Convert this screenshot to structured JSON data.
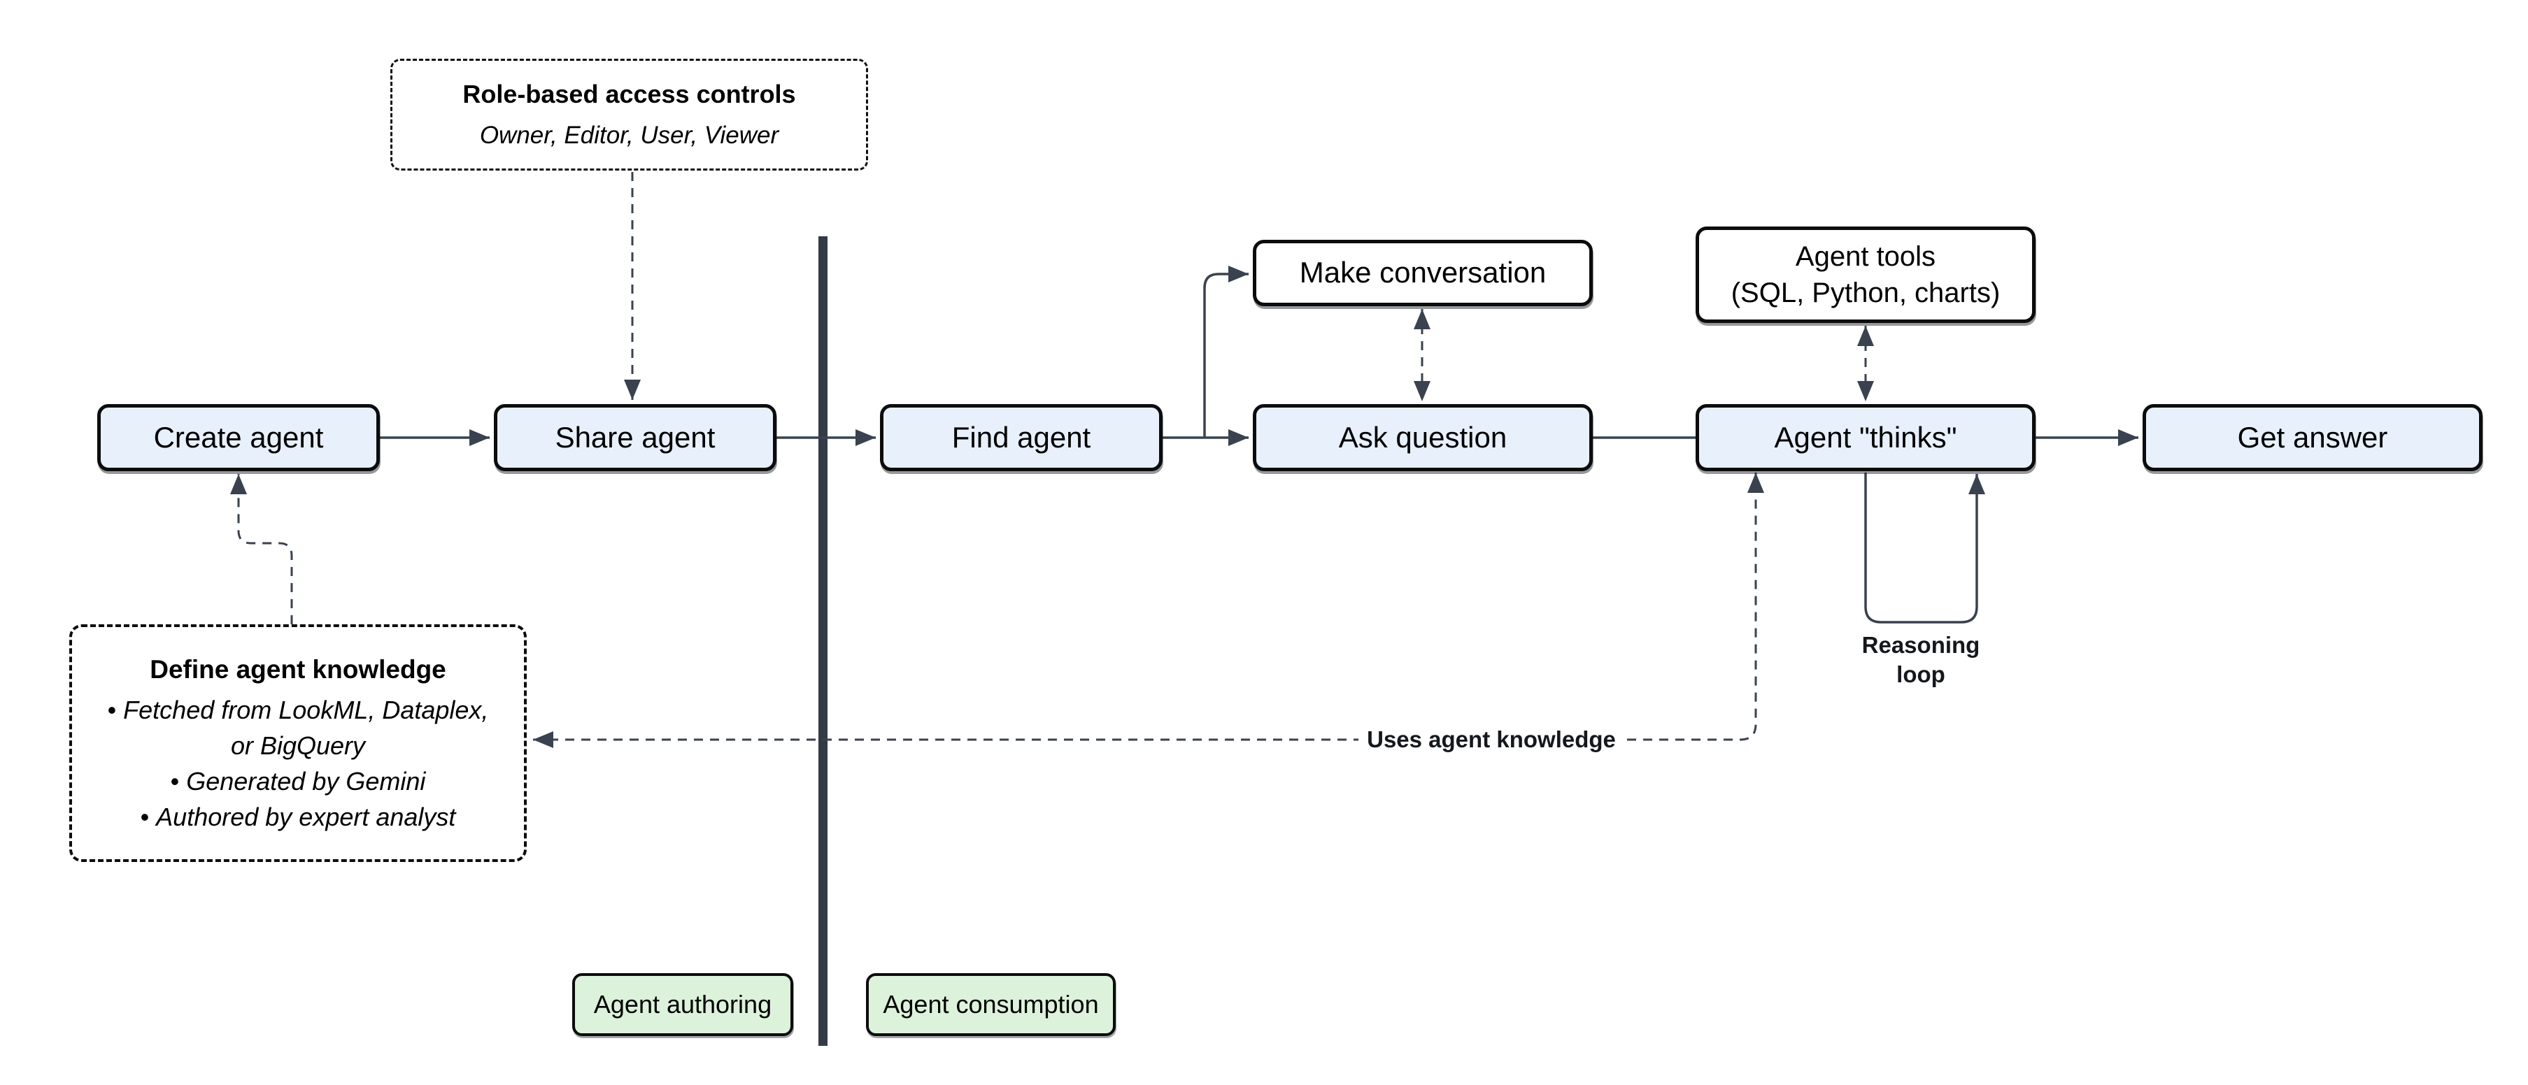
{
  "nodes": {
    "create_agent": "Create agent",
    "share_agent": "Share agent",
    "find_agent": "Find agent",
    "make_conversation": "Make conversation",
    "ask_question": "Ask question",
    "agent_tools": "Agent tools\n(SQL, Python, charts)",
    "agent_thinks": "Agent \"thinks\"",
    "get_answer": "Get answer"
  },
  "annotations": {
    "role_access": {
      "title": "Role-based access controls",
      "subtitle": "Owner, Editor, User, Viewer"
    },
    "define_knowledge": {
      "title": "Define agent knowledge",
      "bullets": [
        "Fetched from LookML, Dataplex, or BigQuery",
        "Generated by Gemini",
        "Authored by expert analyst"
      ]
    },
    "reasoning_loop_label": "Reasoning\nloop",
    "uses_knowledge_label": "Uses agent knowledge"
  },
  "badges": {
    "authoring": "Agent authoring",
    "consumption": "Agent consumption"
  },
  "colors": {
    "node_fill": "#e8f0fc",
    "tool_node_fill": "#ffffff",
    "badge_fill": "#dcf2db",
    "box_border": "#0c0c0c",
    "connector": "#39424e",
    "divider": "#333b46"
  }
}
